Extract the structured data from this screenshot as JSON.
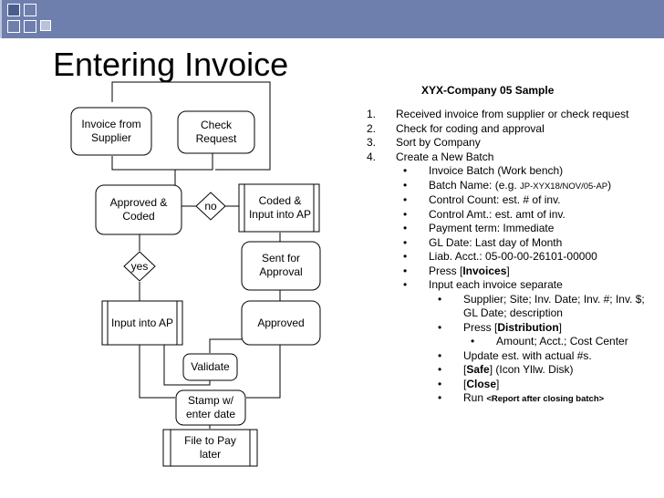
{
  "title": "Entering Invoice",
  "sample_heading": "XYX-Company 05 Sample",
  "flow": {
    "invoice_from_supplier": "Invoice from Supplier",
    "check_request": "Check Request",
    "approved_coded": "Approved & Coded",
    "no": "no",
    "coded_input": "Coded & Input into AP",
    "yes": "yes",
    "sent_for_approval": "Sent for Approval",
    "input_into_ap": "Input into AP",
    "approved": "Approved",
    "validate": "Validate",
    "stamp": "Stamp w/ enter date",
    "file_to_pay": "File to Pay later"
  },
  "steps": [
    {
      "marker": "1.",
      "level": 0,
      "parts": [
        {
          "t": "Received invoice from supplier or check request"
        }
      ]
    },
    {
      "marker": "2.",
      "level": 0,
      "parts": [
        {
          "t": "Check for coding and approval"
        }
      ]
    },
    {
      "marker": "3.",
      "level": 0,
      "parts": [
        {
          "t": "Sort by Company"
        }
      ]
    },
    {
      "marker": "4.",
      "level": 0,
      "parts": [
        {
          "t": "Create a New Batch"
        }
      ]
    },
    {
      "marker": "•",
      "level": 1,
      "parts": [
        {
          "t": "Invoice Batch (Work bench)"
        }
      ]
    },
    {
      "marker": "•",
      "level": 1,
      "parts": [
        {
          "t": "Batch Name: (e.g. "
        },
        {
          "t": "JP-XYX18/NOV/05-AP",
          "s": "small"
        },
        {
          "t": ")"
        }
      ]
    },
    {
      "marker": "•",
      "level": 1,
      "parts": [
        {
          "t": "Control Count: est. # of inv."
        }
      ]
    },
    {
      "marker": "•",
      "level": 1,
      "parts": [
        {
          "t": "Control Amt.: est. amt of inv."
        }
      ]
    },
    {
      "marker": "•",
      "level": 1,
      "parts": [
        {
          "t": "Payment term: Immediate"
        }
      ]
    },
    {
      "marker": "•",
      "level": 1,
      "parts": [
        {
          "t": "GL Date: Last day of Month"
        }
      ]
    },
    {
      "marker": "•",
      "level": 1,
      "parts": [
        {
          "t": "Liab. Acct.: 05-00-00-26101-00000"
        }
      ]
    },
    {
      "marker": "•",
      "level": 1,
      "parts": [
        {
          "t": "Press ["
        },
        {
          "t": "Invoices",
          "s": "bold"
        },
        {
          "t": "]"
        }
      ]
    },
    {
      "marker": "•",
      "level": 1,
      "parts": [
        {
          "t": "Input each invoice separate"
        }
      ]
    },
    {
      "marker": "•",
      "level": 2,
      "parts": [
        {
          "t": "Supplier; Site; Inv. Date; Inv. #; Inv. $; GL Date; description"
        }
      ]
    },
    {
      "marker": "•",
      "level": 2,
      "parts": [
        {
          "t": "Press ["
        },
        {
          "t": "Distribution",
          "s": "bold"
        },
        {
          "t": "]"
        }
      ]
    },
    {
      "marker": "•",
      "level": 3,
      "parts": [
        {
          "t": "Amount; Acct.; Cost Center"
        }
      ]
    },
    {
      "marker": "•",
      "level": 2,
      "parts": [
        {
          "t": "Update est. with actual #s."
        }
      ]
    },
    {
      "marker": "•",
      "level": 2,
      "parts": [
        {
          "t": "["
        },
        {
          "t": "Safe",
          "s": "bold"
        },
        {
          "t": "] (Icon Yllw. Disk)"
        }
      ]
    },
    {
      "marker": "•",
      "level": 2,
      "parts": [
        {
          "t": "["
        },
        {
          "t": "Close",
          "s": "bold"
        },
        {
          "t": "]"
        }
      ]
    },
    {
      "marker": "•",
      "level": 2,
      "parts": [
        {
          "t": "Run "
        },
        {
          "t": "<Report after closing batch>",
          "s": "boldsmall"
        }
      ]
    }
  ]
}
